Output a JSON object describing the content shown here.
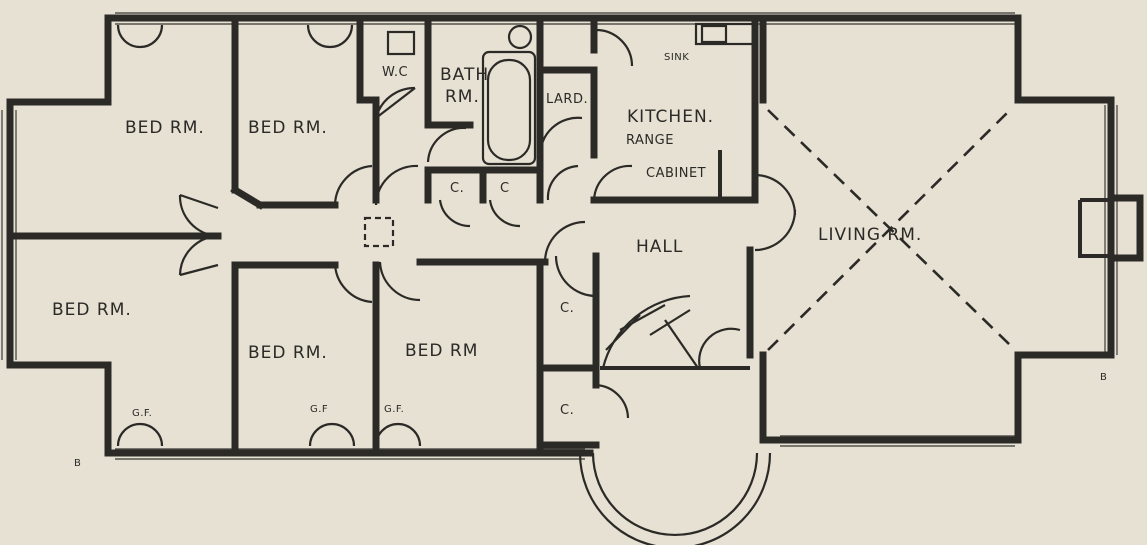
{
  "labels": {
    "bed_rm_1": "BED RM.",
    "bed_rm_2": "BED RM.",
    "bed_rm_3": "BED RM.",
    "bed_rm_4": "BED RM.",
    "bed_rm_5": "BED RM",
    "wc": "W.C",
    "bath_1": "BATH",
    "bath_2": "RM.",
    "larder": "LARD.",
    "kitchen": "KITCHEN.",
    "range": "RANGE",
    "sink": "SINK",
    "cabinet": "CABINET",
    "hall": "HALL",
    "living": "LIVING RM.",
    "closet_1": "C.",
    "closet_2": "C",
    "closet_3": "C.",
    "closet_4": "C.",
    "gf_1": "G.F.",
    "gf_2": "G.F",
    "gf_3": "G.F.",
    "b_1": "B",
    "b_2": "B"
  }
}
